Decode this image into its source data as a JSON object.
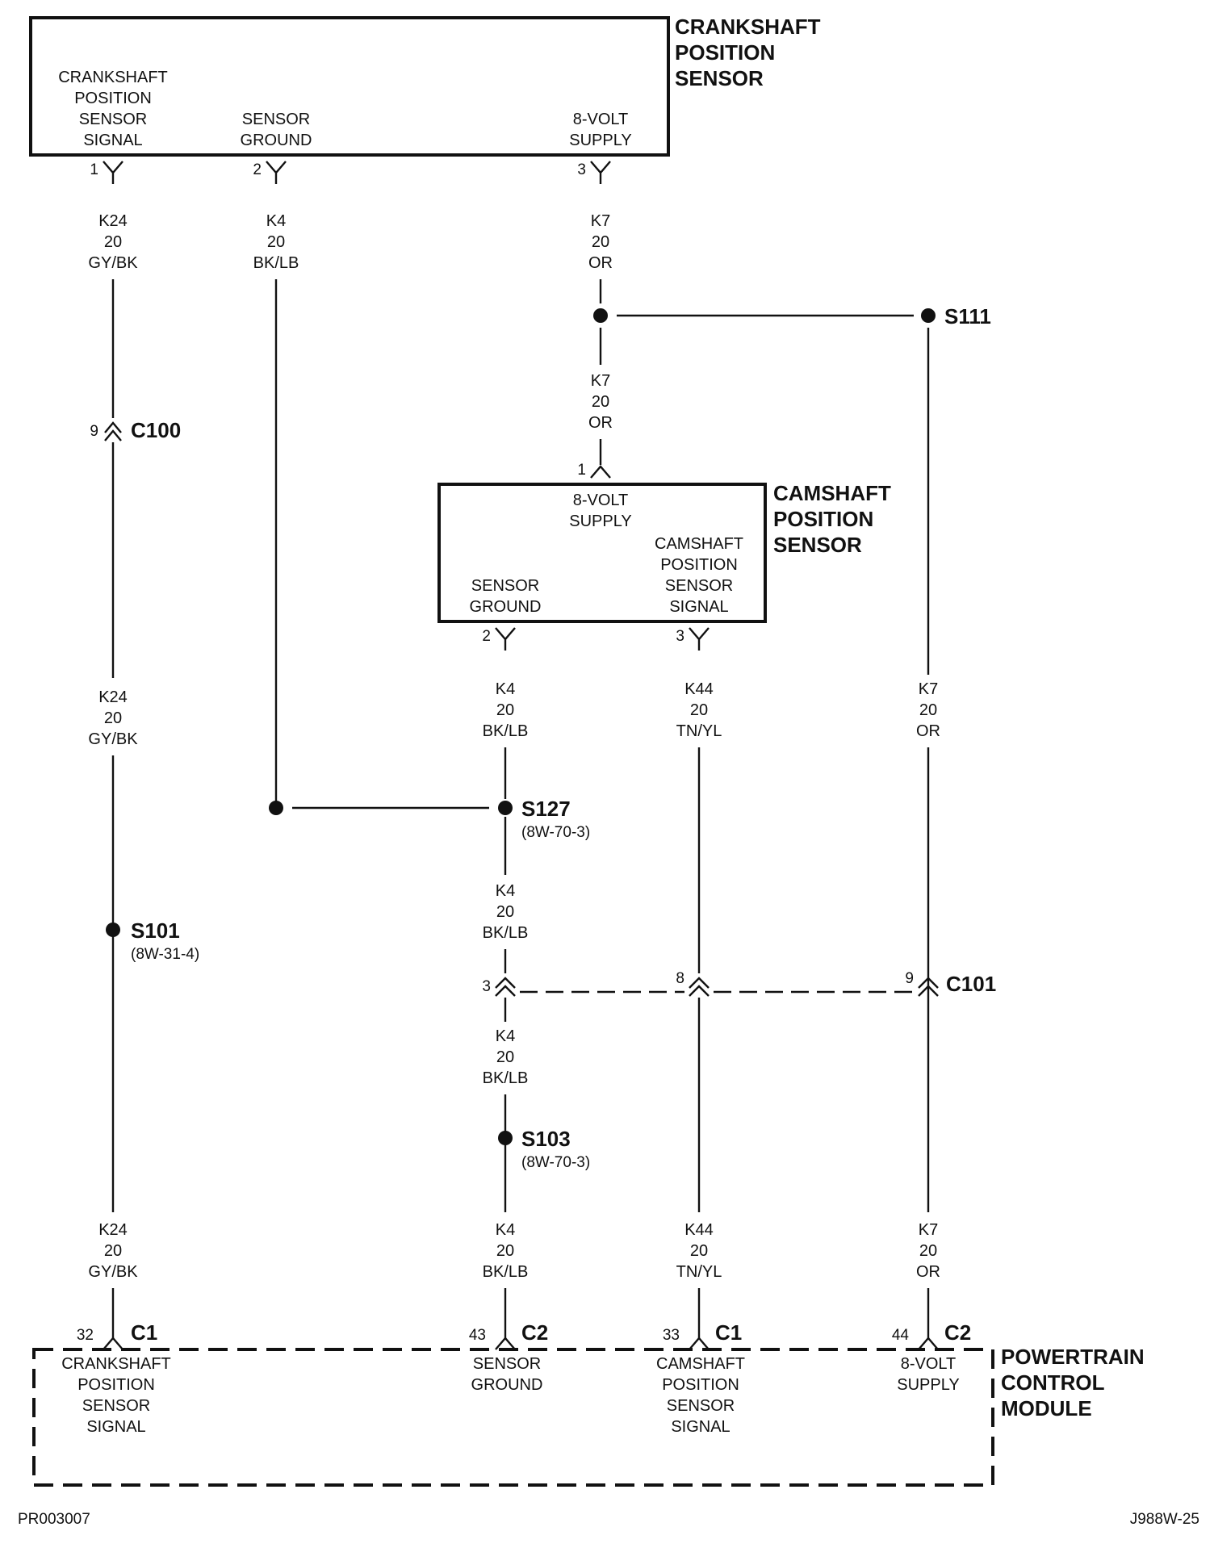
{
  "crank_sensor": {
    "title": [
      "CRANKSHAFT",
      "POSITION",
      "SENSOR"
    ],
    "pins": [
      {
        "num": "1",
        "label": [
          "CRANKSHAFT",
          "POSITION",
          "SENSOR",
          "SIGNAL"
        ]
      },
      {
        "num": "2",
        "label": [
          "SENSOR",
          "GROUND"
        ]
      },
      {
        "num": "3",
        "label": [
          "8-VOLT",
          "SUPPLY"
        ]
      }
    ]
  },
  "cam_sensor": {
    "title": [
      "CAMSHAFT",
      "POSITION",
      "SENSOR"
    ],
    "pins": [
      {
        "num": "1",
        "label": [
          "8-VOLT",
          "SUPPLY"
        ]
      },
      {
        "num": "2",
        "label": [
          "SENSOR",
          "GROUND"
        ]
      },
      {
        "num": "3",
        "label": [
          "CAMSHAFT",
          "POSITION",
          "SENSOR",
          "SIGNAL"
        ]
      }
    ]
  },
  "pcm": {
    "title": [
      "POWERTRAIN",
      "CONTROL",
      "MODULE"
    ],
    "pins": [
      {
        "num": "32",
        "connector": "C1",
        "label": [
          "CRANKSHAFT",
          "POSITION",
          "SENSOR",
          "SIGNAL"
        ]
      },
      {
        "num": "43",
        "connector": "C2",
        "label": [
          "SENSOR",
          "GROUND"
        ]
      },
      {
        "num": "33",
        "connector": "C1",
        "label": [
          "CAMSHAFT",
          "POSITION",
          "SENSOR",
          "SIGNAL"
        ]
      },
      {
        "num": "44",
        "connector": "C2",
        "label": [
          "8-VOLT",
          "SUPPLY"
        ]
      }
    ]
  },
  "wire_labels": [
    [
      "K24",
      "20",
      "GY/BK"
    ],
    [
      "K4",
      "20",
      "BK/LB"
    ],
    [
      "K7",
      "20",
      "OR"
    ],
    [
      "K7",
      "20",
      "OR"
    ],
    [
      "K24",
      "20",
      "GY/BK"
    ],
    [
      "K4",
      "20",
      "BK/LB"
    ],
    [
      "K44",
      "20",
      "TN/YL"
    ],
    [
      "K7",
      "20",
      "OR"
    ],
    [
      "K4",
      "20",
      "BK/LB"
    ],
    [
      "K4",
      "20",
      "BK/LB"
    ],
    [
      "K24",
      "20",
      "GY/BK"
    ],
    [
      "K4",
      "20",
      "BK/LB"
    ],
    [
      "K44",
      "20",
      "TN/YL"
    ],
    [
      "K7",
      "20",
      "OR"
    ]
  ],
  "splices": {
    "s111": {
      "name": "S111",
      "ref": ""
    },
    "s127": {
      "name": "S127",
      "ref": "(8W-70-3)"
    },
    "s101": {
      "name": "S101",
      "ref": "(8W-31-4)"
    },
    "s103": {
      "name": "S103",
      "ref": "(8W-70-3)"
    }
  },
  "connectors": {
    "c100": {
      "name": "C100",
      "pin": "9"
    },
    "c101": {
      "name": "C101",
      "pins": [
        "3",
        "8",
        "9"
      ]
    }
  },
  "footer": {
    "left": "PR003007",
    "right": "J988W-25"
  }
}
